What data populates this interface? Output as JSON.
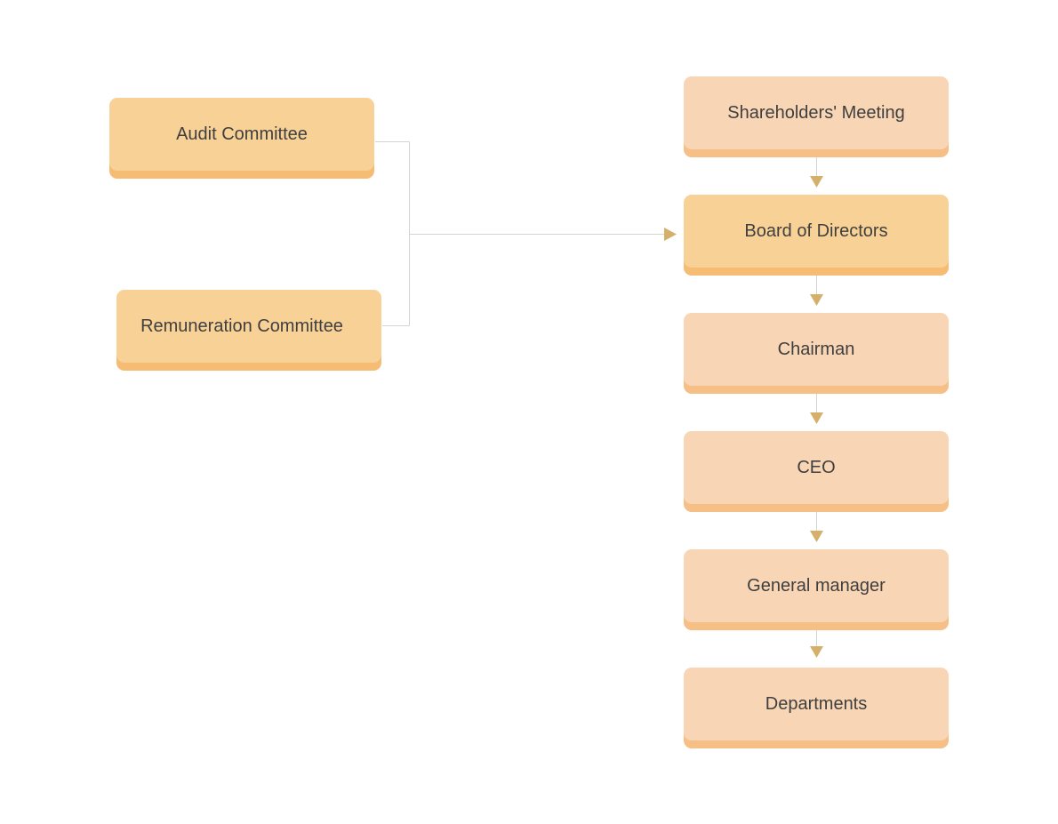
{
  "diagram": {
    "committees": {
      "audit": "Audit Committee",
      "remuneration": "Remuneration Committee"
    },
    "hierarchy": {
      "shareholders": "Shareholders' Meeting",
      "board": "Board of Directors",
      "chairman": "Chairman",
      "ceo": "CEO",
      "general_manager": "General manager",
      "departments": "Departments"
    },
    "colors": {
      "node_deep": "#f8d196",
      "node_deep_shadow": "#f6bc73",
      "node_light": "#f8d5b4",
      "node_light_shadow": "#f5bf86",
      "connector": "#d4d4d4",
      "arrow": "#d4b06a",
      "text": "#3f3f3f"
    }
  }
}
